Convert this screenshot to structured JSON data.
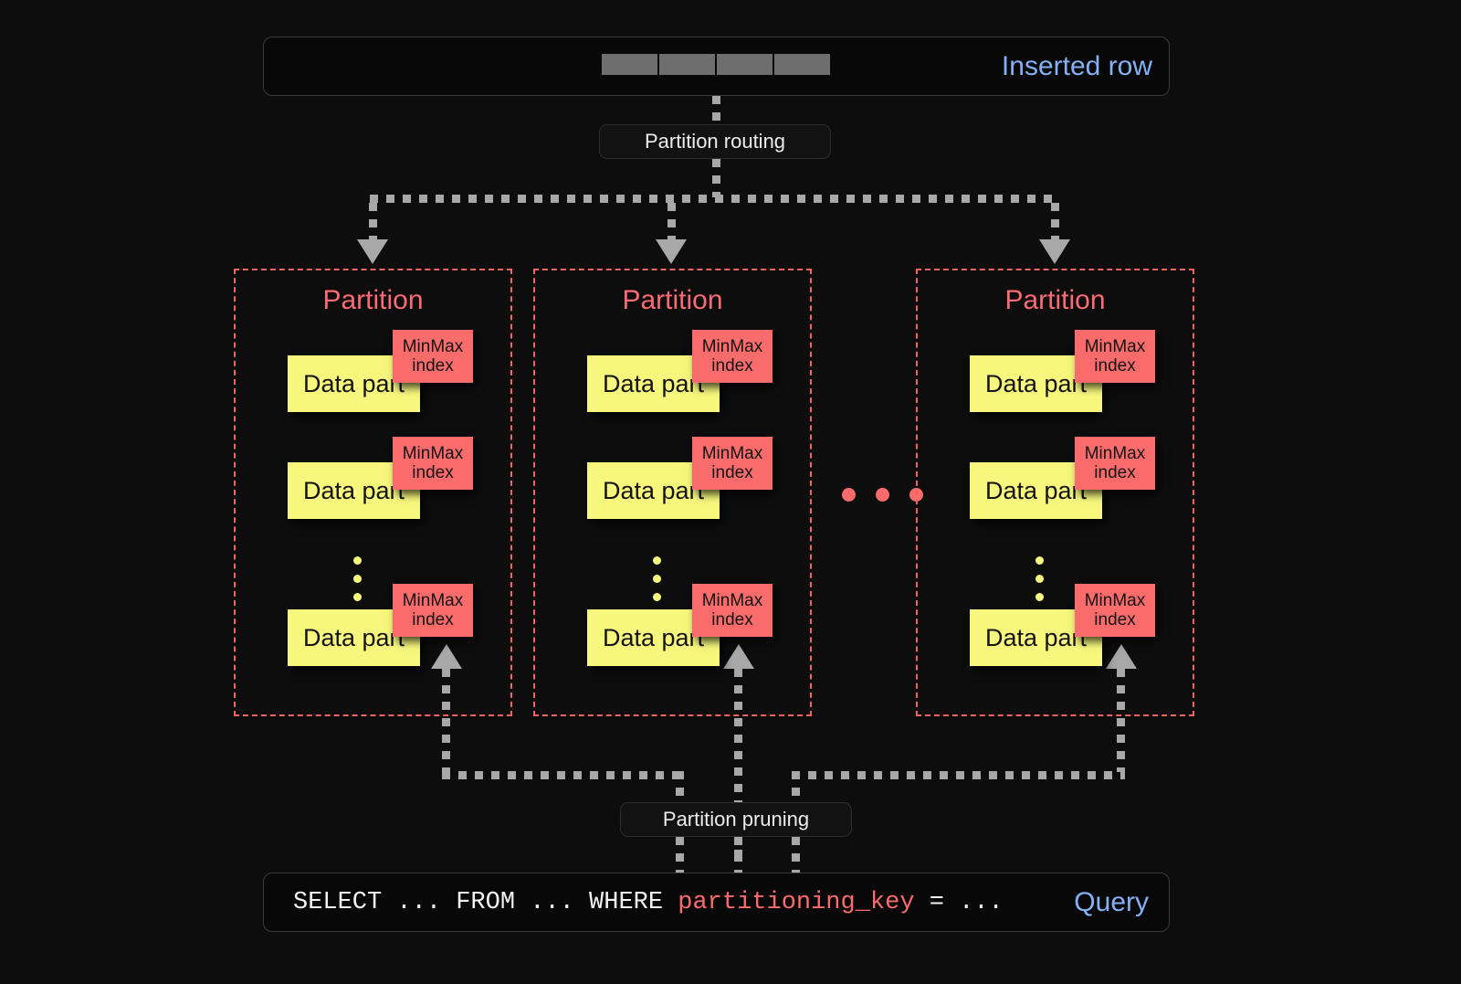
{
  "page": {
    "background": "#0d0d0d",
    "accent_blue": "#84b1f5",
    "accent_red": "#fa6b6b",
    "accent_yellow": "#f7f77e",
    "connector_gray": "#a8a8a8"
  },
  "inserted_row": {
    "label": "Inserted row",
    "cell_count": 4
  },
  "routing": {
    "label": "Partition routing"
  },
  "pruning": {
    "label": "Partition pruning"
  },
  "partitions": [
    {
      "title": "Partition",
      "parts": [
        {
          "part_label": "Data part",
          "index_label": "MinMax\nindex"
        },
        {
          "part_label": "Data part",
          "index_label": "MinMax\nindex"
        },
        {
          "part_label": "Data part",
          "index_label": "MinMax\nindex"
        }
      ],
      "vertical_ellipsis_dots": 3
    },
    {
      "title": "Partition",
      "parts": [
        {
          "part_label": "Data part",
          "index_label": "MinMax\nindex"
        },
        {
          "part_label": "Data part",
          "index_label": "MinMax\nindex"
        },
        {
          "part_label": "Data part",
          "index_label": "MinMax\nindex"
        }
      ],
      "vertical_ellipsis_dots": 3
    },
    {
      "title": "Partition",
      "parts": [
        {
          "part_label": "Data part",
          "index_label": "MinMax\nindex"
        },
        {
          "part_label": "Data part",
          "index_label": "MinMax\nindex"
        },
        {
          "part_label": "Data part",
          "index_label": "MinMax\nindex"
        }
      ],
      "vertical_ellipsis_dots": 3
    }
  ],
  "between_partitions_ellipsis_dots": 3,
  "query": {
    "prefix": "SELECT ... FROM ... WHERE ",
    "key": "partitioning_key",
    "suffix": " = ...",
    "label": "Query"
  },
  "minmax": {
    "line1": "MinMax",
    "line2": "index"
  }
}
